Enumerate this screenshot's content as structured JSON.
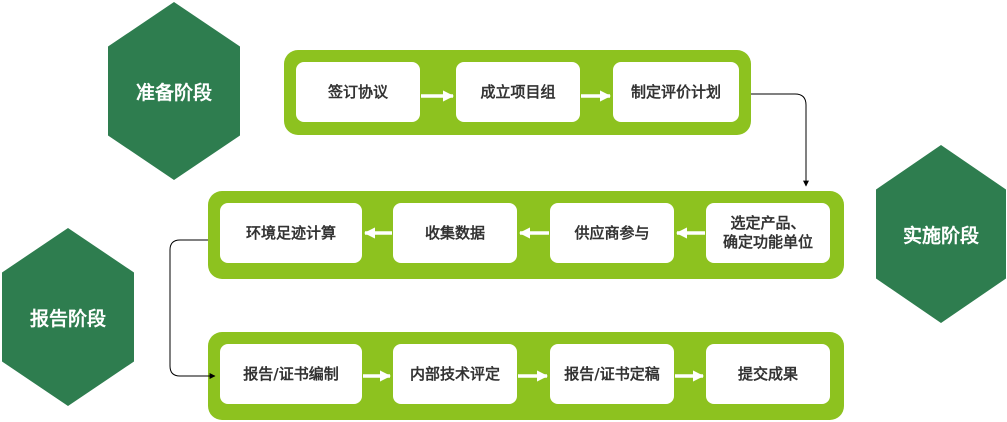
{
  "stages": {
    "prepare": "准备阶段",
    "implement": "实施阶段",
    "report": "报告阶段"
  },
  "rows": {
    "prepare": [
      "签订协议",
      "成立项目组",
      "制定评价计划"
    ],
    "implement": [
      "环境足迹计算",
      "收集数据",
      "供应商参与",
      "选定产品、\n确定功能单位"
    ],
    "report": [
      "报告/证书编制",
      "内部技术评定",
      "报告/证书定稿",
      "提交成果"
    ]
  },
  "colors": {
    "band": "#8dc21f",
    "hexagon": "#2e7d4f",
    "box": "#ffffff",
    "text": "#333333"
  }
}
